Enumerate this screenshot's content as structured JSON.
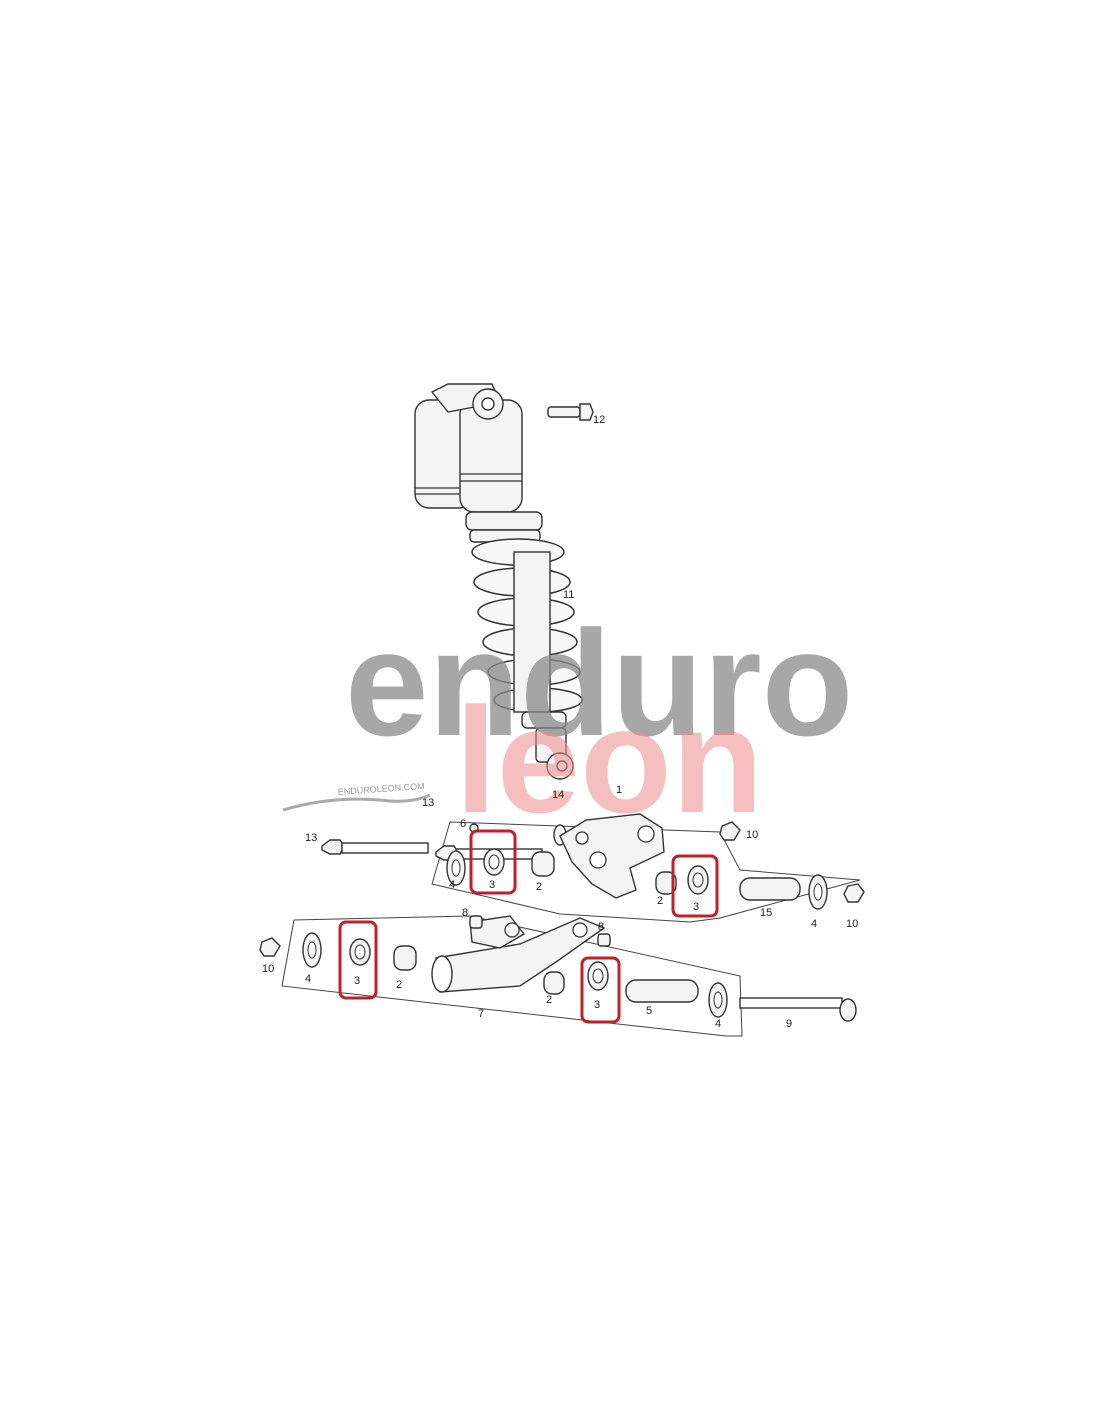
{
  "watermark": {
    "line1": "enduro",
    "line2": "leon",
    "small": "ENDUROLEON.COM",
    "line2_color": "#f08c8c"
  },
  "highlight_color": "#c0202a",
  "callouts": {
    "c1": "1",
    "c2a": "2",
    "c2b": "2",
    "c2c": "2",
    "c2d": "2",
    "c3a": "3",
    "c3b": "3",
    "c3c": "3",
    "c3d": "3",
    "c4a": "4",
    "c4b": "4",
    "c4c": "4",
    "c4d": "4",
    "c5": "5",
    "c6": "6",
    "c7": "7",
    "c8a": "8",
    "c8b": "8",
    "c9": "9",
    "c10a": "10",
    "c10b": "10",
    "c10c": "10",
    "c11": "11",
    "c12": "12",
    "c13a": "13",
    "c13b": "13",
    "c14": "14",
    "c15": "15"
  }
}
